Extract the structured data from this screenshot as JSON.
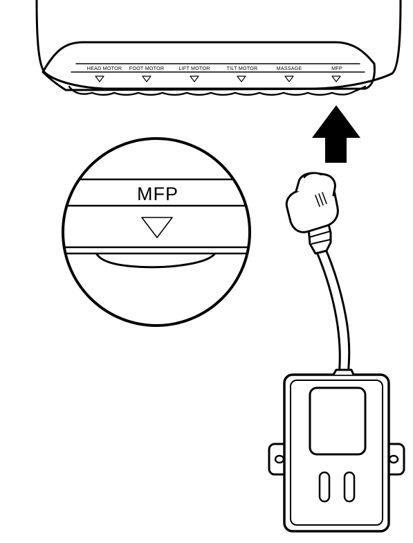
{
  "control_box": {
    "ports": [
      {
        "label": "HEAD MOTOR",
        "icon": "triangle-down-icon"
      },
      {
        "label": "FOOT MOTOR",
        "icon": "triangle-down-icon"
      },
      {
        "label": "LIFT MOTOR",
        "icon": "triangle-down-icon"
      },
      {
        "label": "TILT MOTOR",
        "icon": "triangle-down-icon"
      },
      {
        "label": "MASSAGE",
        "icon": "triangle-down-icon"
      },
      {
        "label": "MFP",
        "icon": "triangle-down-icon"
      }
    ]
  },
  "zoom_callout": {
    "label": "MFP",
    "icon": "triangle-down-icon"
  },
  "arrow": {
    "icon": "arrow-up-icon"
  },
  "module": {
    "icon": "power-module-icon"
  },
  "colors": {
    "stroke": "#000000",
    "fill": "#ffffff"
  }
}
